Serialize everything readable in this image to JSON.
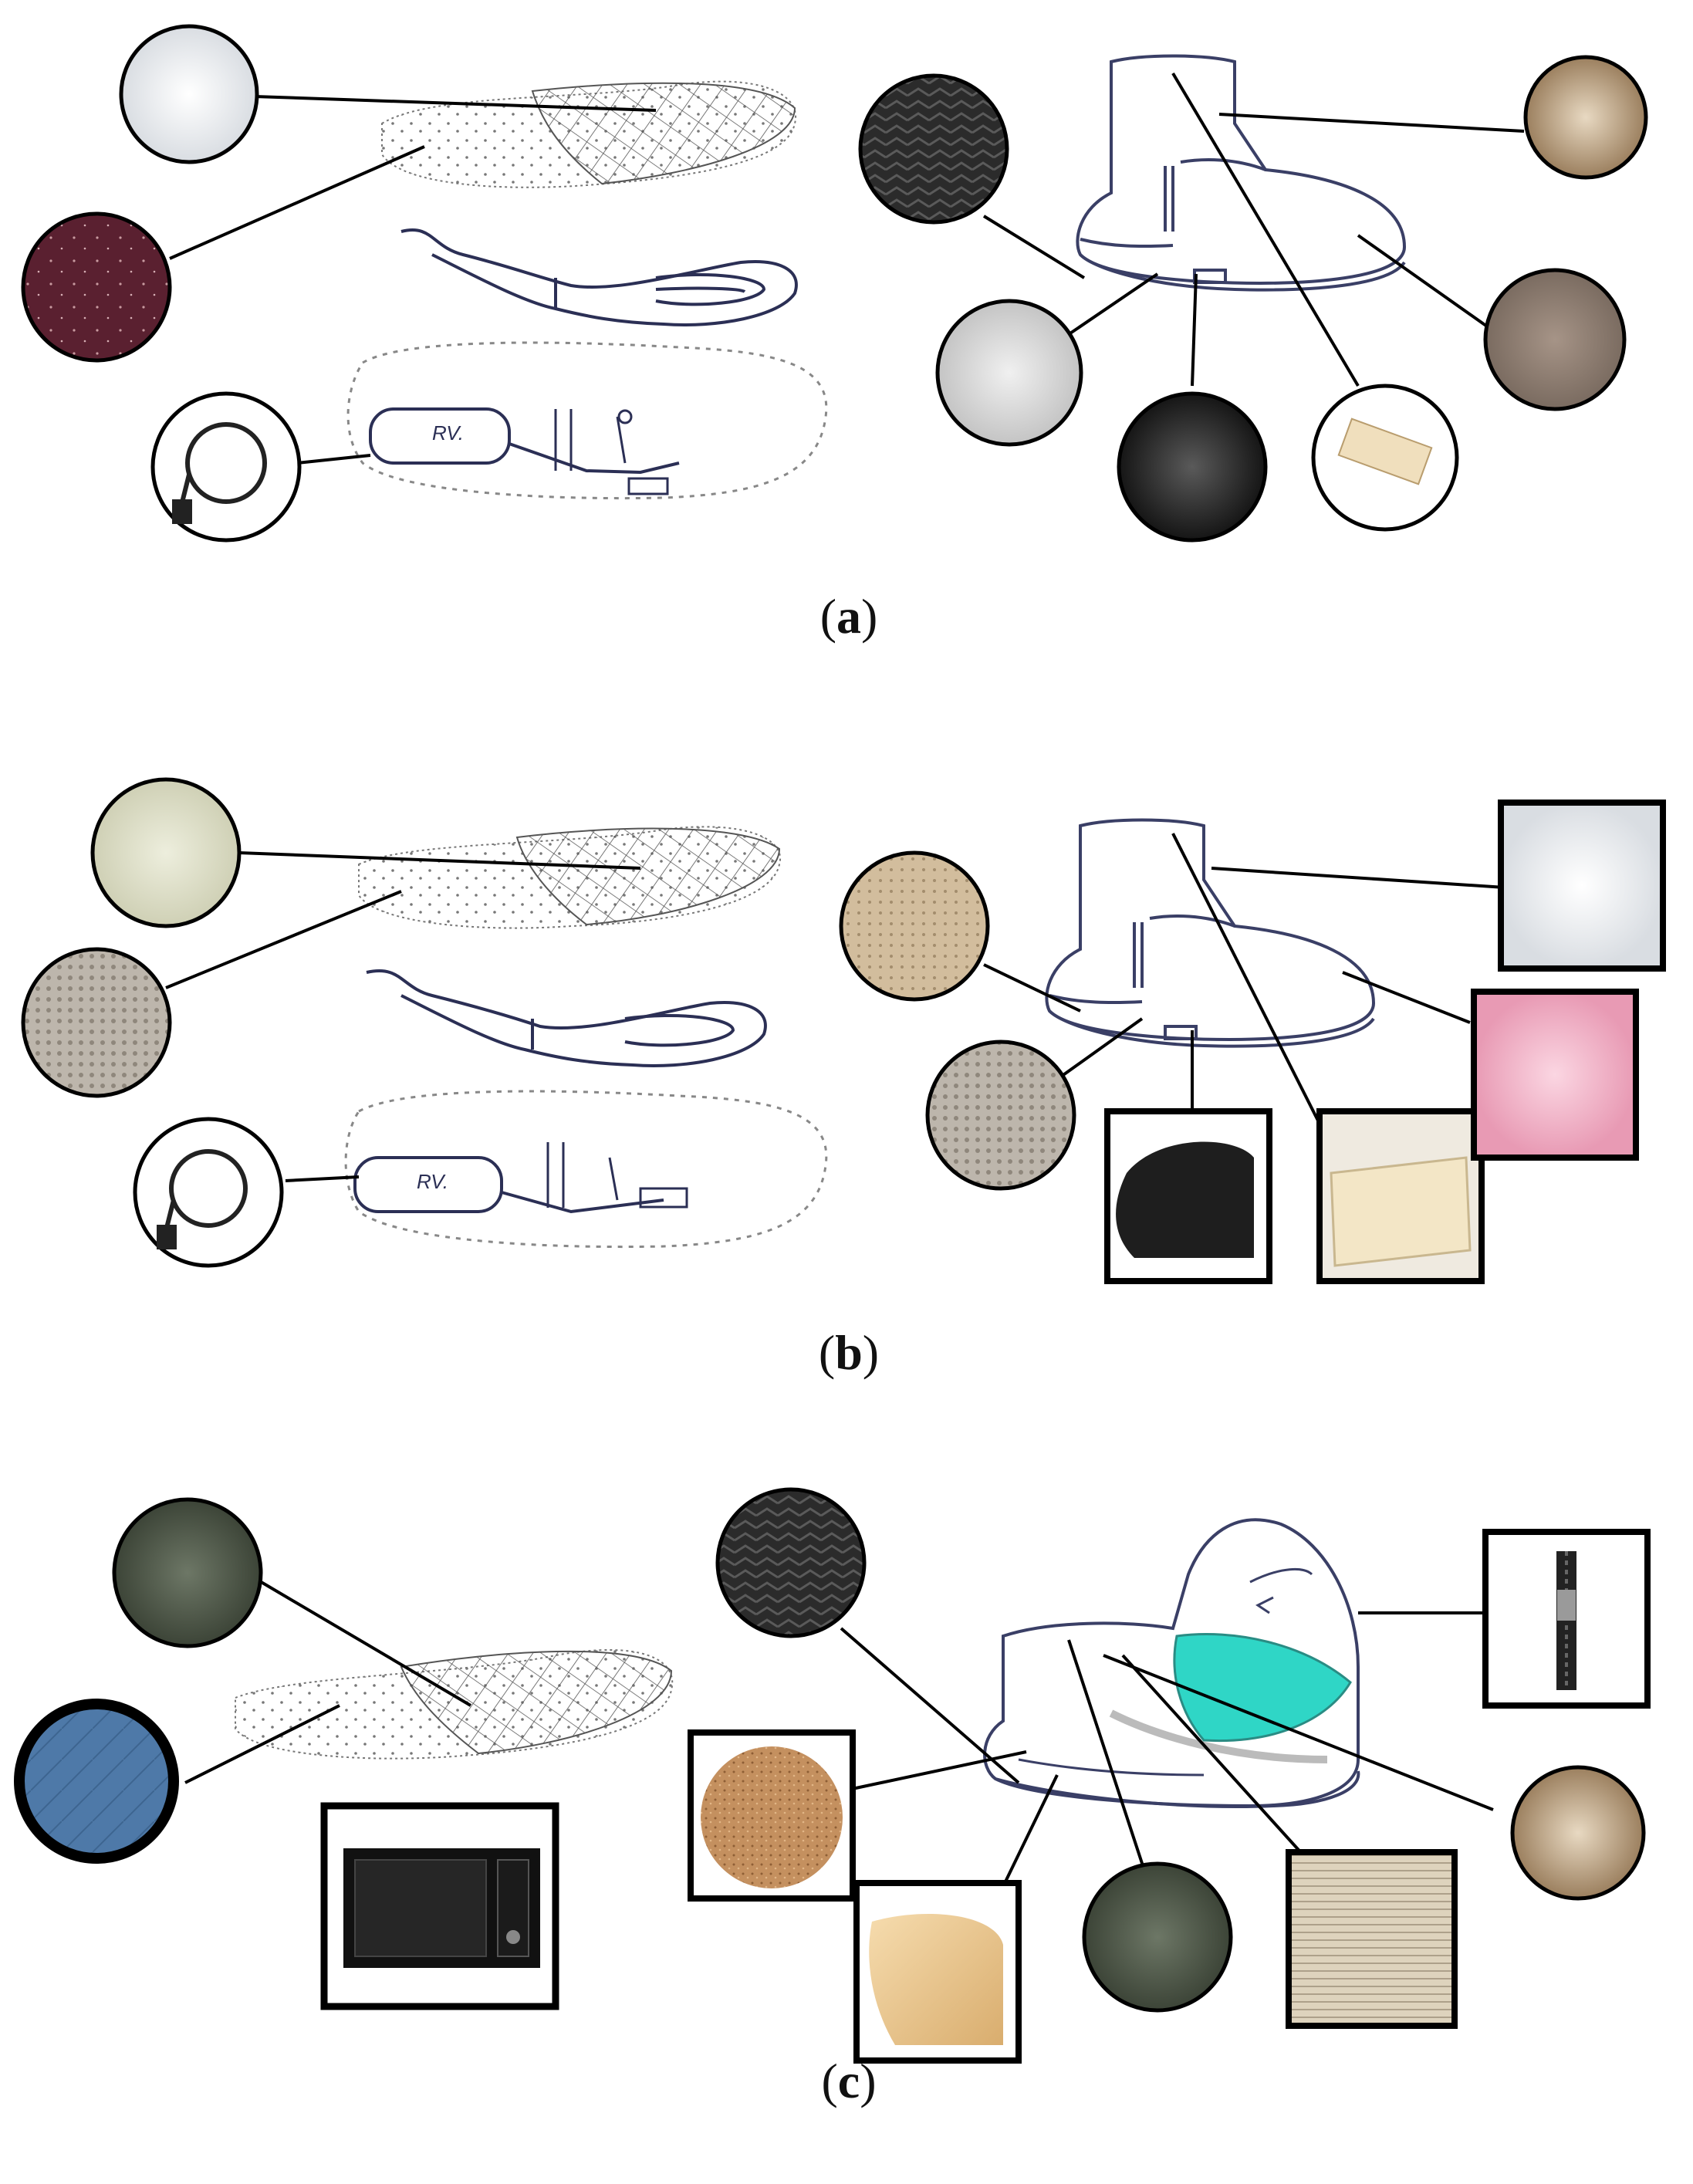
{
  "captions": {
    "a": "a",
    "b": "b",
    "c": "c"
  },
  "panels": [
    {
      "id": "a",
      "caption": "(a)",
      "insole_logo": "RV.",
      "boot": "high-top boot with strap"
    },
    {
      "id": "b",
      "caption": "(b)",
      "insole_logo": "RV.",
      "boot": "high-top boot with strap"
    },
    {
      "id": "c",
      "caption": "(c)",
      "boot": "zip-up shoe with removable cuff",
      "cuff_color": "#2fd6c6"
    }
  ],
  "swatch_colors": {
    "white_fleece": "#e9ecef",
    "burgundy": "#5a2030",
    "black_rubber": "#2a2a2a",
    "light_gray": "#d6d6d6",
    "wool_beige": "#e9dcc0",
    "taupe": "#8c7c70",
    "cream_sherpa": "#dcddc4",
    "mesh_gray": "#b8b2a8",
    "tan_leather": "#cfb99a",
    "pink_plush": "#f2b4c8",
    "olive": "#4e5748",
    "denim_blue": "#4e79a8",
    "cork": "#c4905f",
    "nude_leather": "#f0cf96",
    "linen": "#ded3bd",
    "microwave": "#111111"
  }
}
